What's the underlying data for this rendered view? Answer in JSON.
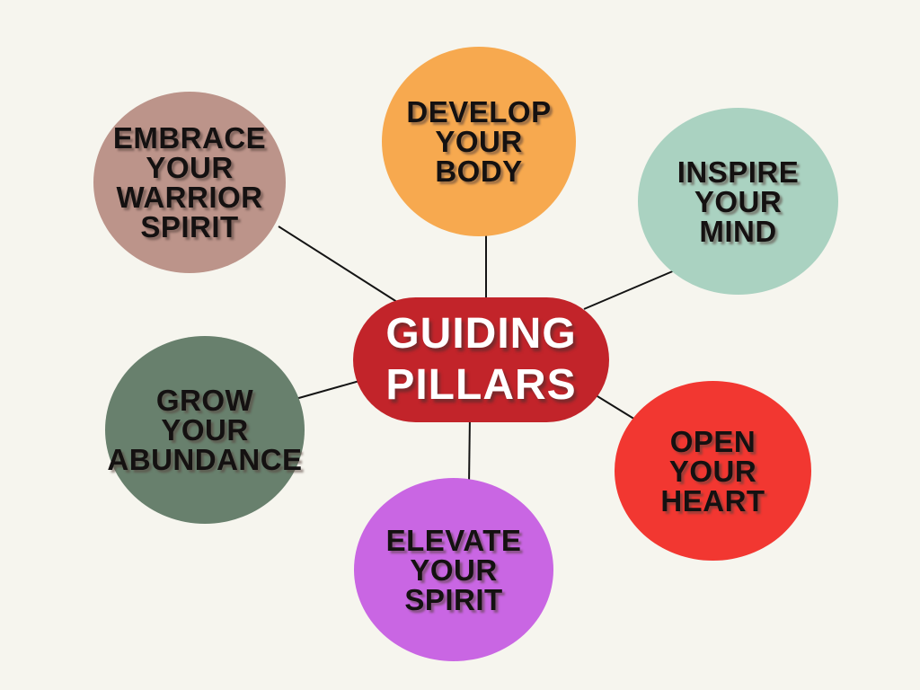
{
  "title": "Guiding pillars mind map",
  "background_color": "#F6F5EE",
  "connector_color": "#141414",
  "center": {
    "id": "guiding-pillars",
    "label": "GUIDING\nPILLARS",
    "color": "#C2242A",
    "text_color": "#FFFFFF"
  },
  "nodes": [
    {
      "id": "develop-your-body",
      "label": "DEVELOP\nYOUR\nBODY",
      "color": "#F7A94F",
      "text_color": "#141111",
      "position": "top"
    },
    {
      "id": "inspire-your-mind",
      "label": "INSPIRE\nYOUR\nMIND",
      "color": "#AAD2C1",
      "text_color": "#141111",
      "position": "top-right"
    },
    {
      "id": "open-your-heart",
      "label": "OPEN\nYOUR\nHEART",
      "color": "#F23731",
      "text_color": "#141111",
      "position": "right"
    },
    {
      "id": "elevate-your-spirit",
      "label": "ELEVATE\nYOUR\nSPIRIT",
      "color": "#C966E3",
      "text_color": "#141111",
      "position": "bottom"
    },
    {
      "id": "grow-your-abundance",
      "label": "GROW\nYOUR\nABUNDANCE",
      "color": "#68806D",
      "text_color": "#141111",
      "position": "left"
    },
    {
      "id": "embrace-your-warrior-spirit",
      "label": "EMBRACE\nYOUR\nWARRIOR\nSPIRIT",
      "color": "#BC948A",
      "text_color": "#141111",
      "position": "top-left"
    }
  ],
  "edges": [
    {
      "from": "guiding-pillars",
      "to": "develop-your-body"
    },
    {
      "from": "guiding-pillars",
      "to": "inspire-your-mind"
    },
    {
      "from": "guiding-pillars",
      "to": "open-your-heart"
    },
    {
      "from": "guiding-pillars",
      "to": "elevate-your-spirit"
    },
    {
      "from": "guiding-pillars",
      "to": "grow-your-abundance"
    },
    {
      "from": "guiding-pillars",
      "to": "embrace-your-warrior-spirit"
    }
  ]
}
